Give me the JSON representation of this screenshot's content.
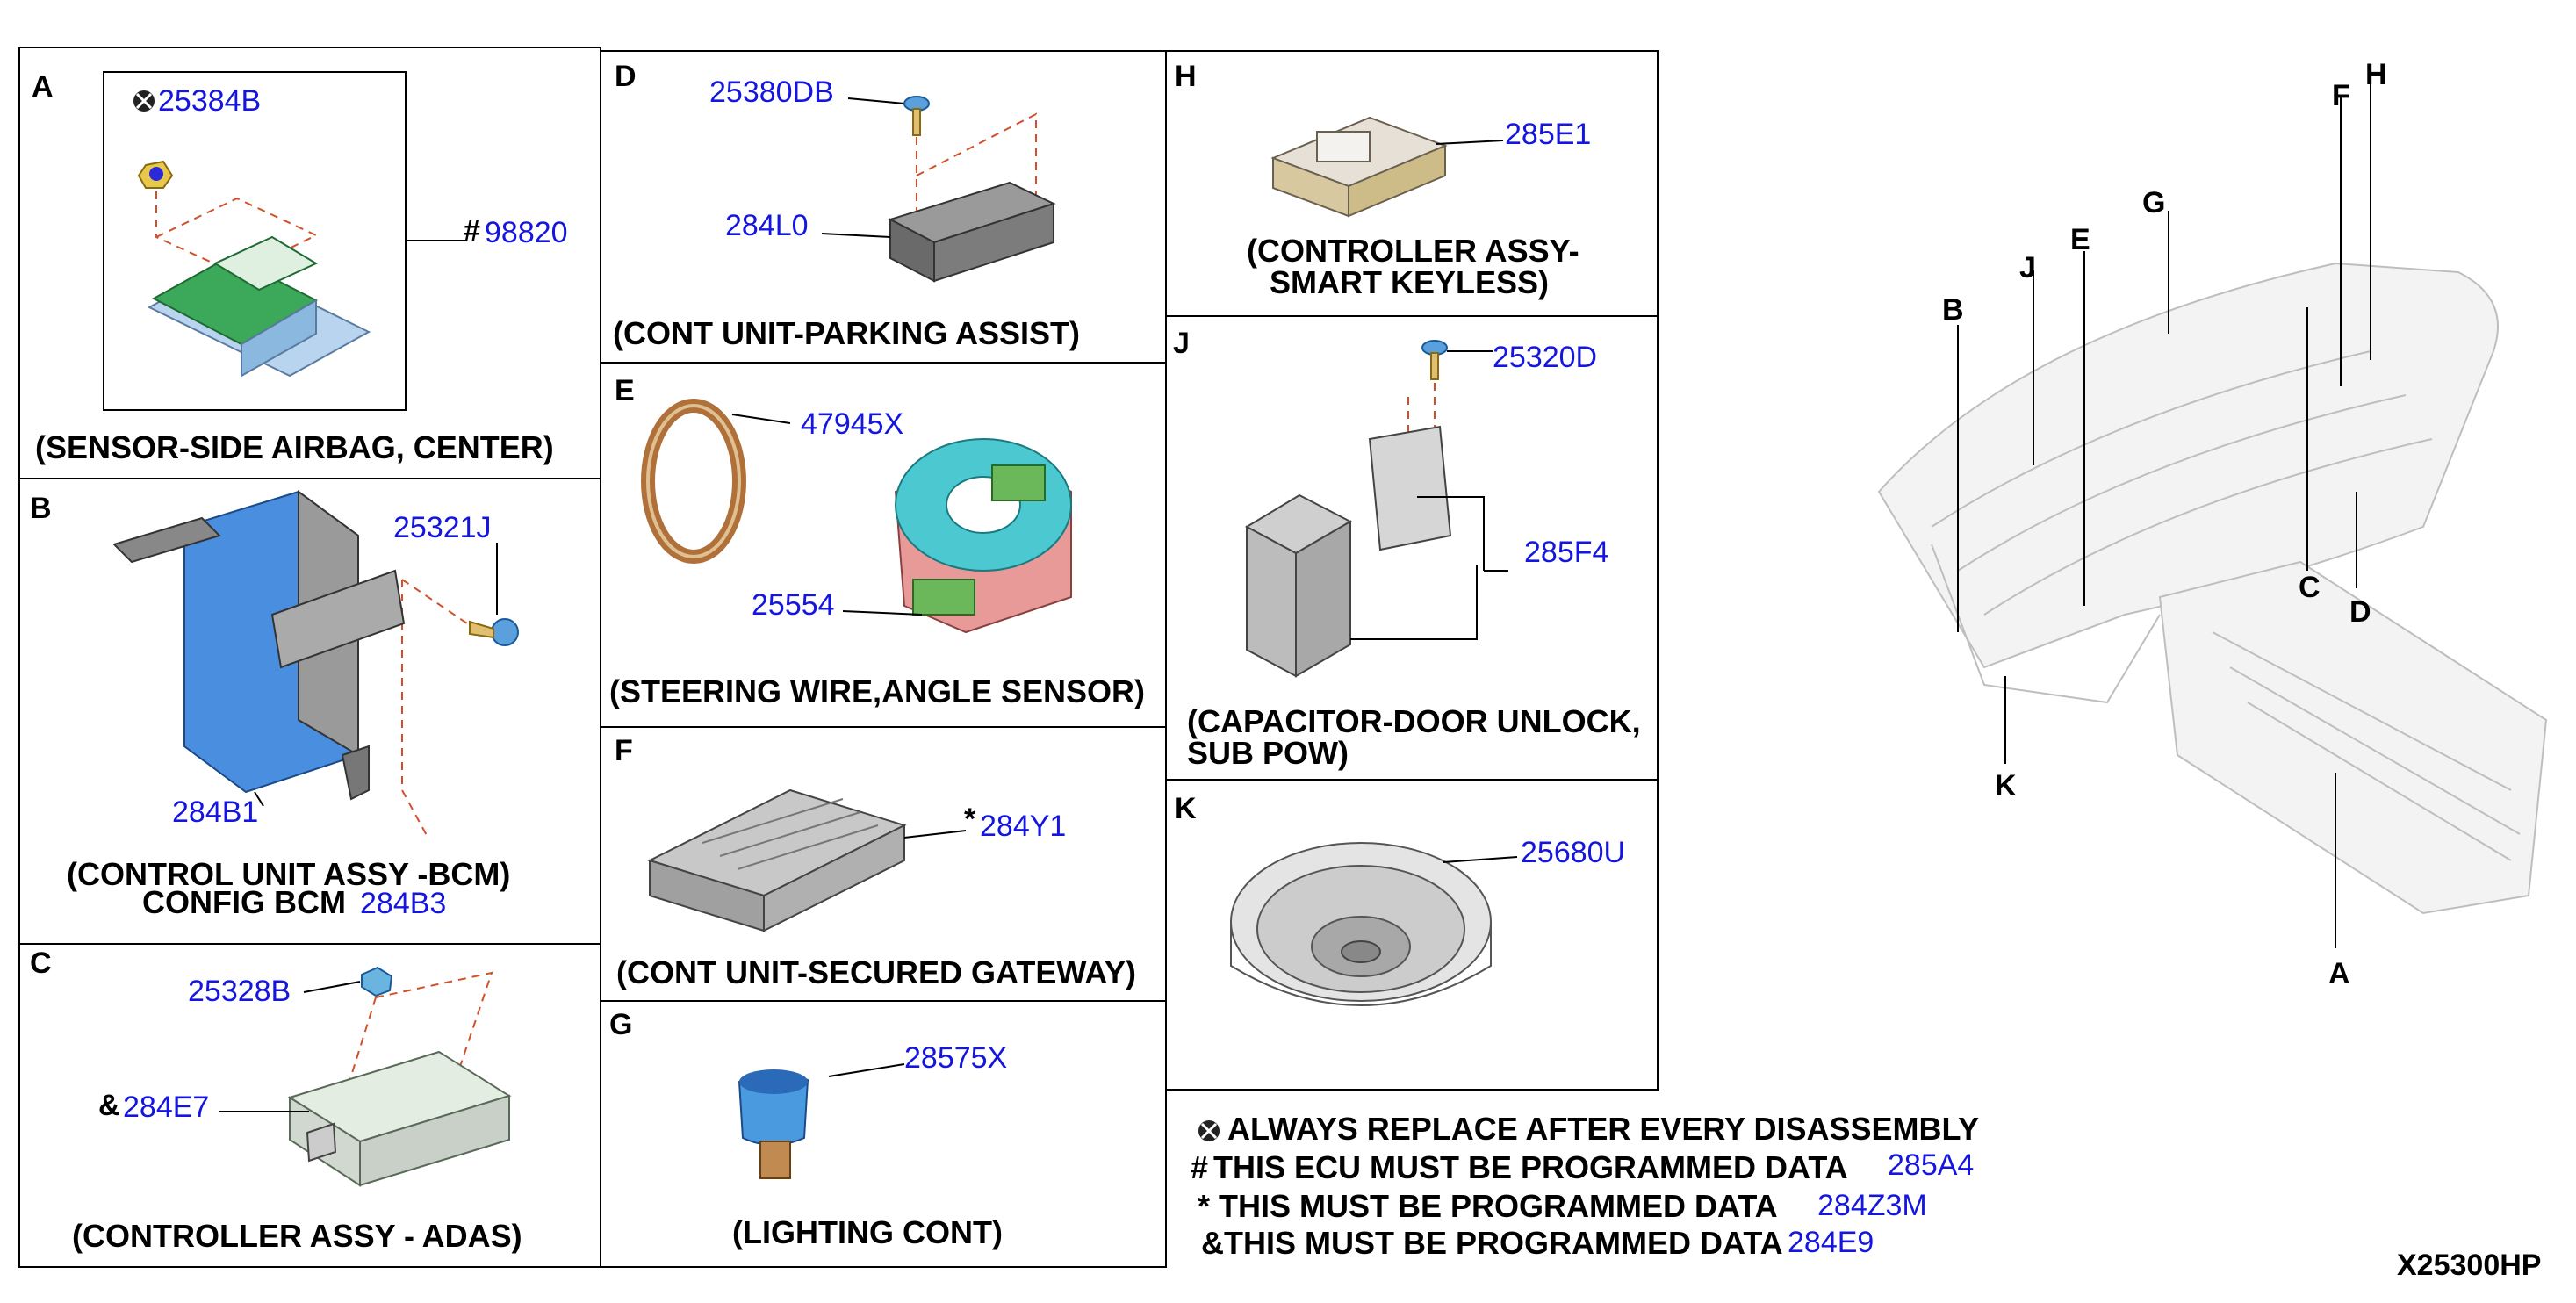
{
  "sections": {
    "A": {
      "label": "A",
      "part1": "25384B",
      "part2": "98820",
      "mark2": "#",
      "caption": "(SENSOR-SIDE AIRBAG, CENTER)"
    },
    "B": {
      "label": "B",
      "part1": "25321J",
      "part2": "284B1",
      "caption1": "(CONTROL UNIT ASSY -BCM)",
      "caption2": "CONFIG BCM",
      "config_part": "284B3"
    },
    "C": {
      "label": "C",
      "part1": "25328B",
      "part2": "284E7",
      "mark2": "&",
      "caption": "(CONTROLLER ASSY - ADAS)"
    },
    "D": {
      "label": "D",
      "part1": "25380DB",
      "part2": "284L0",
      "caption": "(CONT UNIT-PARKING ASSIST)"
    },
    "E": {
      "label": "E",
      "part1": "47945X",
      "part2": "25554",
      "caption": "(STEERING WIRE,ANGLE SENSOR)"
    },
    "F": {
      "label": "F",
      "part1": "284Y1",
      "mark1": "*",
      "caption": "(CONT UNIT-SECURED GATEWAY)"
    },
    "G": {
      "label": "G",
      "part1": "28575X",
      "caption": "(LIGHTING CONT)"
    },
    "H": {
      "label": "H",
      "part1": "285E1",
      "caption1": "(CONTROLLER ASSY-",
      "caption2": "SMART KEYLESS)"
    },
    "J": {
      "label": "J",
      "part1": "25320D",
      "part2": "285F4",
      "caption1": "(CAPACITOR-DOOR UNLOCK,",
      "caption2": "SUB POW)"
    },
    "K": {
      "label": "K",
      "part1": "25680U"
    }
  },
  "notes": [
    {
      "symbol": "⊗",
      "text": "ALWAYS REPLACE AFTER EVERY DISASSEMBLY",
      "part": ""
    },
    {
      "symbol": "#",
      "text": "THIS ECU MUST BE PROGRAMMED DATA",
      "part": "285A4"
    },
    {
      "symbol": "*",
      "text": "THIS MUST BE PROGRAMMED DATA",
      "part": "284Z3M"
    },
    {
      "symbol": "&",
      "text": "THIS MUST BE PROGRAMMED DATA",
      "part": "284E9"
    }
  ],
  "overview_labels": [
    "F",
    "H",
    "G",
    "J",
    "E",
    "B",
    "C",
    "D",
    "K",
    "A"
  ],
  "drawing_number": "X25300HP",
  "colors": {
    "part_number": "#1515e0",
    "text": "#000000",
    "dash": "#d2502a"
  }
}
